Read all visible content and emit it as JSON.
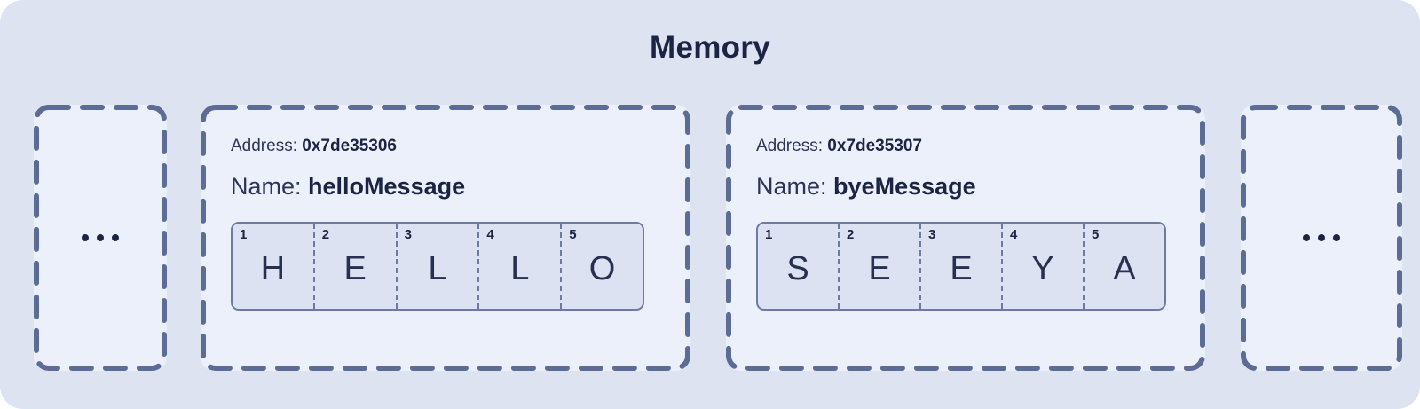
{
  "diagram": {
    "title": "Memory",
    "colors": {
      "outer_background": "#dee3f2",
      "card_background": "#ecf0fa",
      "dashed_border": "#5d6c95",
      "strip_border": "#6d7ba2",
      "strip_background": "#dce2f2",
      "text_dark": "#1b2442",
      "text_muted": "#2b3558"
    }
  },
  "left_ellipsis": {
    "dots": "•••"
  },
  "right_ellipsis": {
    "dots": "•••"
  },
  "variables": [
    {
      "address_label": "Address:",
      "address_value": "0x7de35306",
      "name_label": "Name:",
      "name_value": "helloMessage",
      "cells": [
        {
          "index": "1",
          "char": "H"
        },
        {
          "index": "2",
          "char": "E"
        },
        {
          "index": "3",
          "char": "L"
        },
        {
          "index": "4",
          "char": "L"
        },
        {
          "index": "5",
          "char": "O"
        }
      ]
    },
    {
      "address_label": "Address:",
      "address_value": "0x7de35307",
      "name_label": "Name:",
      "name_value": "byeMessage",
      "cells": [
        {
          "index": "1",
          "char": "S"
        },
        {
          "index": "2",
          "char": "E"
        },
        {
          "index": "3",
          "char": "E"
        },
        {
          "index": "4",
          "char": "Y"
        },
        {
          "index": "5",
          "char": "A"
        }
      ]
    }
  ]
}
